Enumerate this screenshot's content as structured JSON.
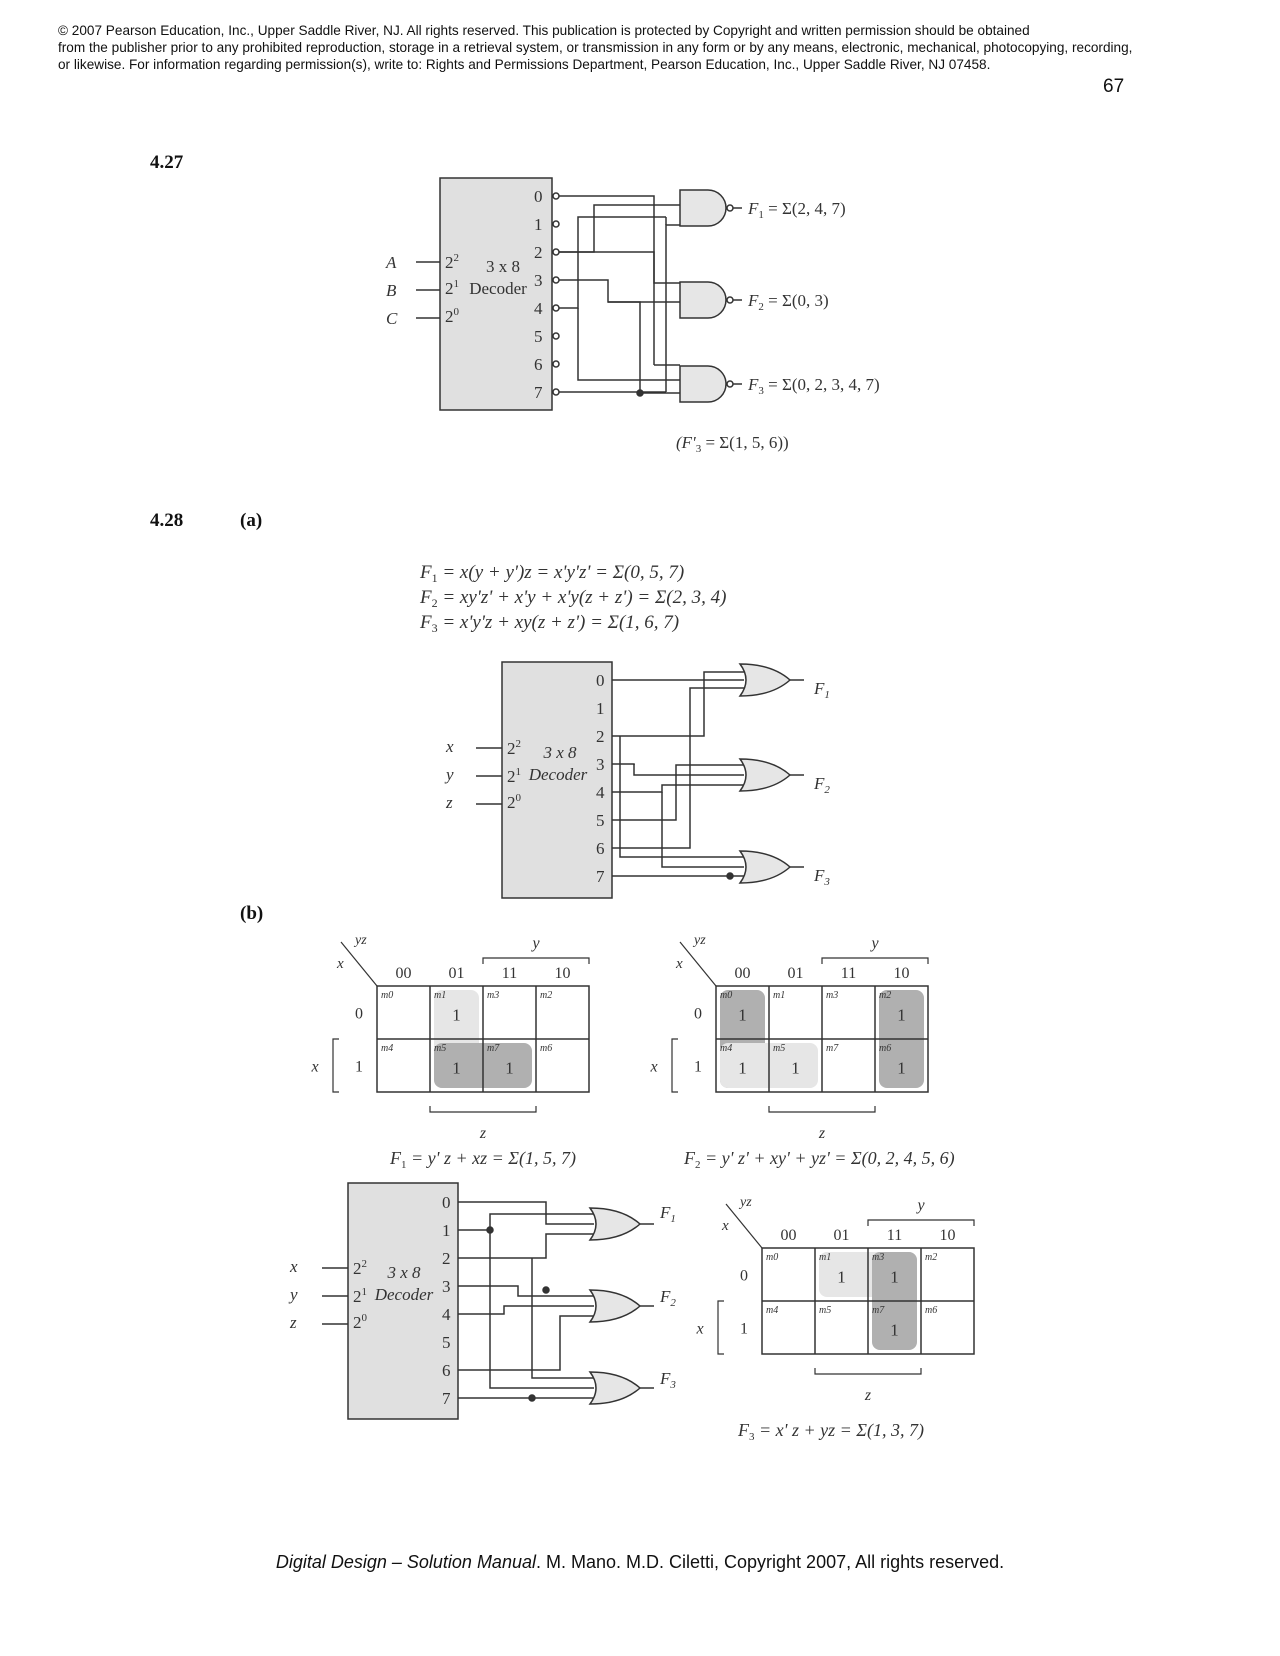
{
  "header": {
    "line1": "© 2007 Pearson Education, Inc., Upper Saddle River, NJ.  All rights reserved. This publication is protected by Copyright and written permission should be obtained",
    "line2": "from the publisher prior to any prohibited reproduction, storage in a retrieval system,  or transmission in any form or by any means, electronic, mechanical, photocopying, recording,",
    "line3": "or  likewise.  For information regarding permission(s), write to:  Rights and Permissions Department, Pearson Education, Inc., Upper Saddle River, NJ 07458."
  },
  "page_number": "67",
  "problems": {
    "p427": "4.27",
    "p428": "4.28",
    "part_a": "(a)",
    "part_b": "(b)"
  },
  "fig427": {
    "decoder_size": "3 x 8",
    "decoder_word": "Decoder",
    "inputs": [
      "A",
      "B",
      "C"
    ],
    "select_exp": [
      "2",
      "1",
      "0"
    ],
    "outputs": [
      "0",
      "1",
      "2",
      "3",
      "4",
      "5",
      "6",
      "7"
    ],
    "f1": "= Σ(2, 4, 7)",
    "f2": "= Σ(0, 3)",
    "f3": "= Σ(0, 2, 3, 4, 7)",
    "f3_comp": "= Σ(1, 5, 6))"
  },
  "eq428a": {
    "f1": "= x(y + y')z = x'y'z' = Σ(0, 5, 7)",
    "f2": "= xy'z' + x'y + x'y(z + z') = Σ(2, 3, 4)",
    "f3": "= x'y'z + xy(z + z') = Σ(1, 6, 7)"
  },
  "fig428a": {
    "decoder_size": "3 x 8",
    "decoder_word": "Decoder",
    "inputs": [
      "x",
      "y",
      "z"
    ],
    "outputs": [
      "0",
      "1",
      "2",
      "3",
      "4",
      "5",
      "6",
      "7"
    ],
    "labels": [
      "F",
      "F",
      "F"
    ]
  },
  "kmaps": {
    "row_var": "x",
    "col_var": "yz",
    "col_codes": [
      "00",
      "01",
      "11",
      "10"
    ],
    "row_codes": [
      "0",
      "1"
    ],
    "y_label": "y",
    "z_label": "z",
    "x_label": "x",
    "minterm_labels": [
      "m0",
      "m1",
      "m3",
      "m2",
      "m4",
      "m5",
      "m7",
      "m6"
    ],
    "f1_ones": [
      1,
      5,
      7
    ],
    "f2_ones": [
      0,
      2,
      4,
      5,
      6
    ],
    "f3_ones": [
      1,
      3,
      7
    ],
    "f1_expr": "= y' z + xz = Σ(1, 5, 7)",
    "f2_expr": "= y' z' + xy' + yz' = Σ(0, 2, 4, 5, 6)",
    "f3_expr": "= x' z + yz = Σ(1, 3, 7)",
    "one": "1"
  },
  "fig428b": {
    "decoder_size": "3 x 8",
    "decoder_word": "Decoder",
    "inputs": [
      "x",
      "y",
      "z"
    ],
    "outputs": [
      "0",
      "1",
      "2",
      "3",
      "4",
      "5",
      "6",
      "7"
    ]
  },
  "footer": {
    "italic": "Digital Design – Solution Manual",
    "rest": ". M. Mano. M.D. Ciletti, Copyright 2007, All rights reserved."
  },
  "colors": {
    "decoder_fill": "#e0e0e0",
    "gate_fill": "#e6e6e6",
    "light_group": "#e6e6e6",
    "dark_group": "#b0b0b0",
    "line": "#333333"
  }
}
